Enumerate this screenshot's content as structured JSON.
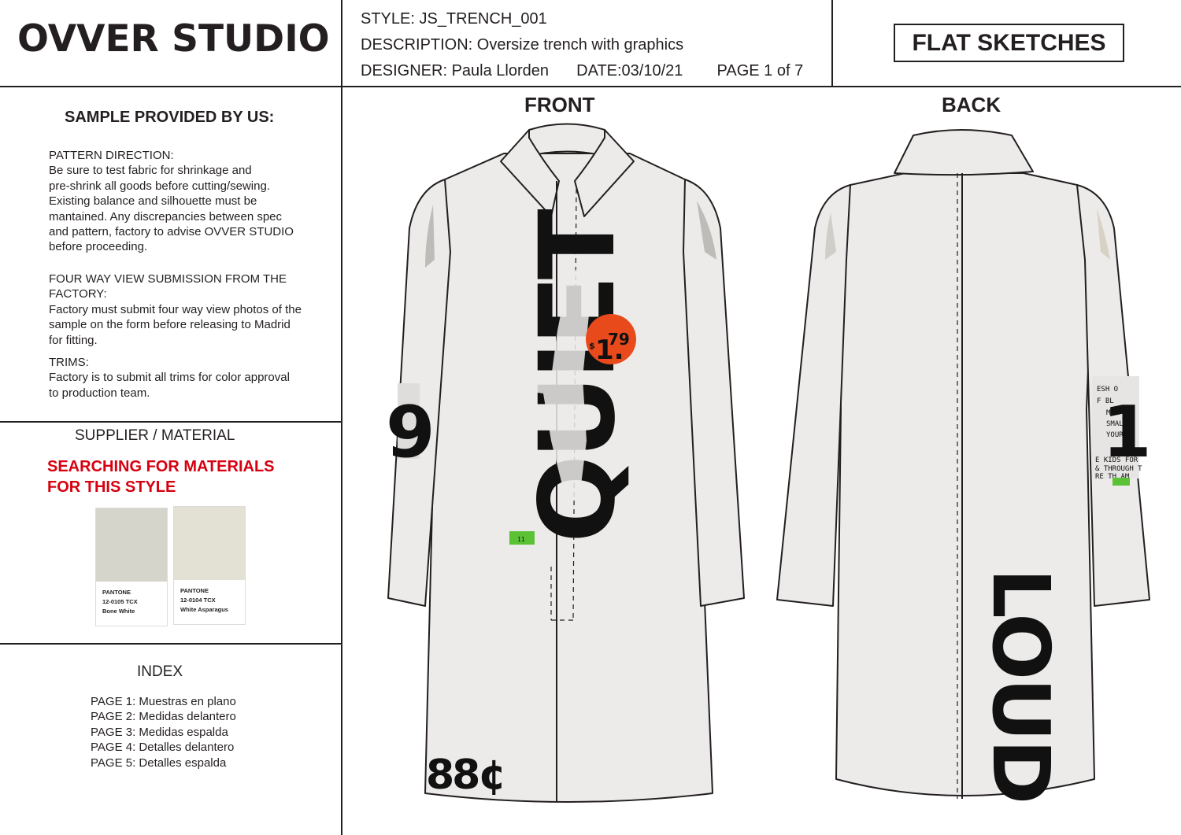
{
  "header": {
    "brand": "OVVER STUDIO",
    "style": "STYLE: JS_TRENCH_001",
    "description": "DESCRIPTION: Oversize trench with graphics",
    "designer": "DESIGNER: Paula Llorden",
    "date": "DATE:03/10/21",
    "page": "PAGE 1 of 7",
    "section_title": "FLAT SKETCHES"
  },
  "sample": {
    "title": "SAMPLE PROVIDED BY US:",
    "notes": [
      {
        "heading": "PATTERN DIRECTION:",
        "lines": [
          "Be sure to test fabric for shrinkage and",
          "pre-shrink all goods before cutting/sewing.",
          "Existing balance and silhouette must be",
          "mantained. Any discrepancies between spec",
          "and pattern, factory to advise OVVER STUDIO",
          "before proceeding."
        ]
      },
      {
        "heading": "FOUR WAY VIEW SUBMISSION FROM THE",
        "heading2": "FACTORY:",
        "lines": [
          "Factory must submit four way view photos of the",
          "sample on the form before releasing to Madrid",
          "for fitting."
        ]
      },
      {
        "heading": "TRIMS:",
        "lines": [
          "Factory is to submit all trims for color approval",
          "to production team."
        ]
      }
    ]
  },
  "supplier": {
    "title": "SUPPLIER / MATERIAL",
    "searching_line1": "SEARCHING FOR MATERIALS",
    "searching_line2": "FOR THIS STYLE",
    "swatches": [
      {
        "brand": "PANTONE",
        "code": "12-0105 TCX",
        "name": "Bone White",
        "color": "#d6d5cb"
      },
      {
        "brand": "PANTONE",
        "code": "12-0104 TCX",
        "name": "White Asparagus",
        "color": "#e2e1d3"
      }
    ]
  },
  "index": {
    "title": "INDEX",
    "pages": [
      "PAGE 1: Muestras en plano",
      "PAGE 2: Medidas delantero",
      "PAGE 3: Medidas espalda",
      "PAGE 4: Detalles delantero",
      "PAGE 5: Detalles espalda"
    ]
  },
  "views": {
    "front_label": "FRONT",
    "back_label": "BACK"
  },
  "graphics": {
    "front_word": "QUIET",
    "back_word": "LOUD",
    "price_dollar": "$",
    "price_main": "1.",
    "price_cents": "79",
    "hem_price": "88¢",
    "sleeve_digit": "9",
    "tag_text": "11",
    "back_sleeve_text": [
      "ESH O",
      "F BL",
      "MEM",
      "SMALL",
      "YOUR",
      "E KIDS FOR",
      "& THROUGH T",
      "RE TH AM"
    ]
  },
  "colors": {
    "fabric": "#ecebe9",
    "outline": "#231f20",
    "accent_red": "#d7000f",
    "price_sticker": "#e84a1c",
    "tag_green": "#5bc236"
  }
}
